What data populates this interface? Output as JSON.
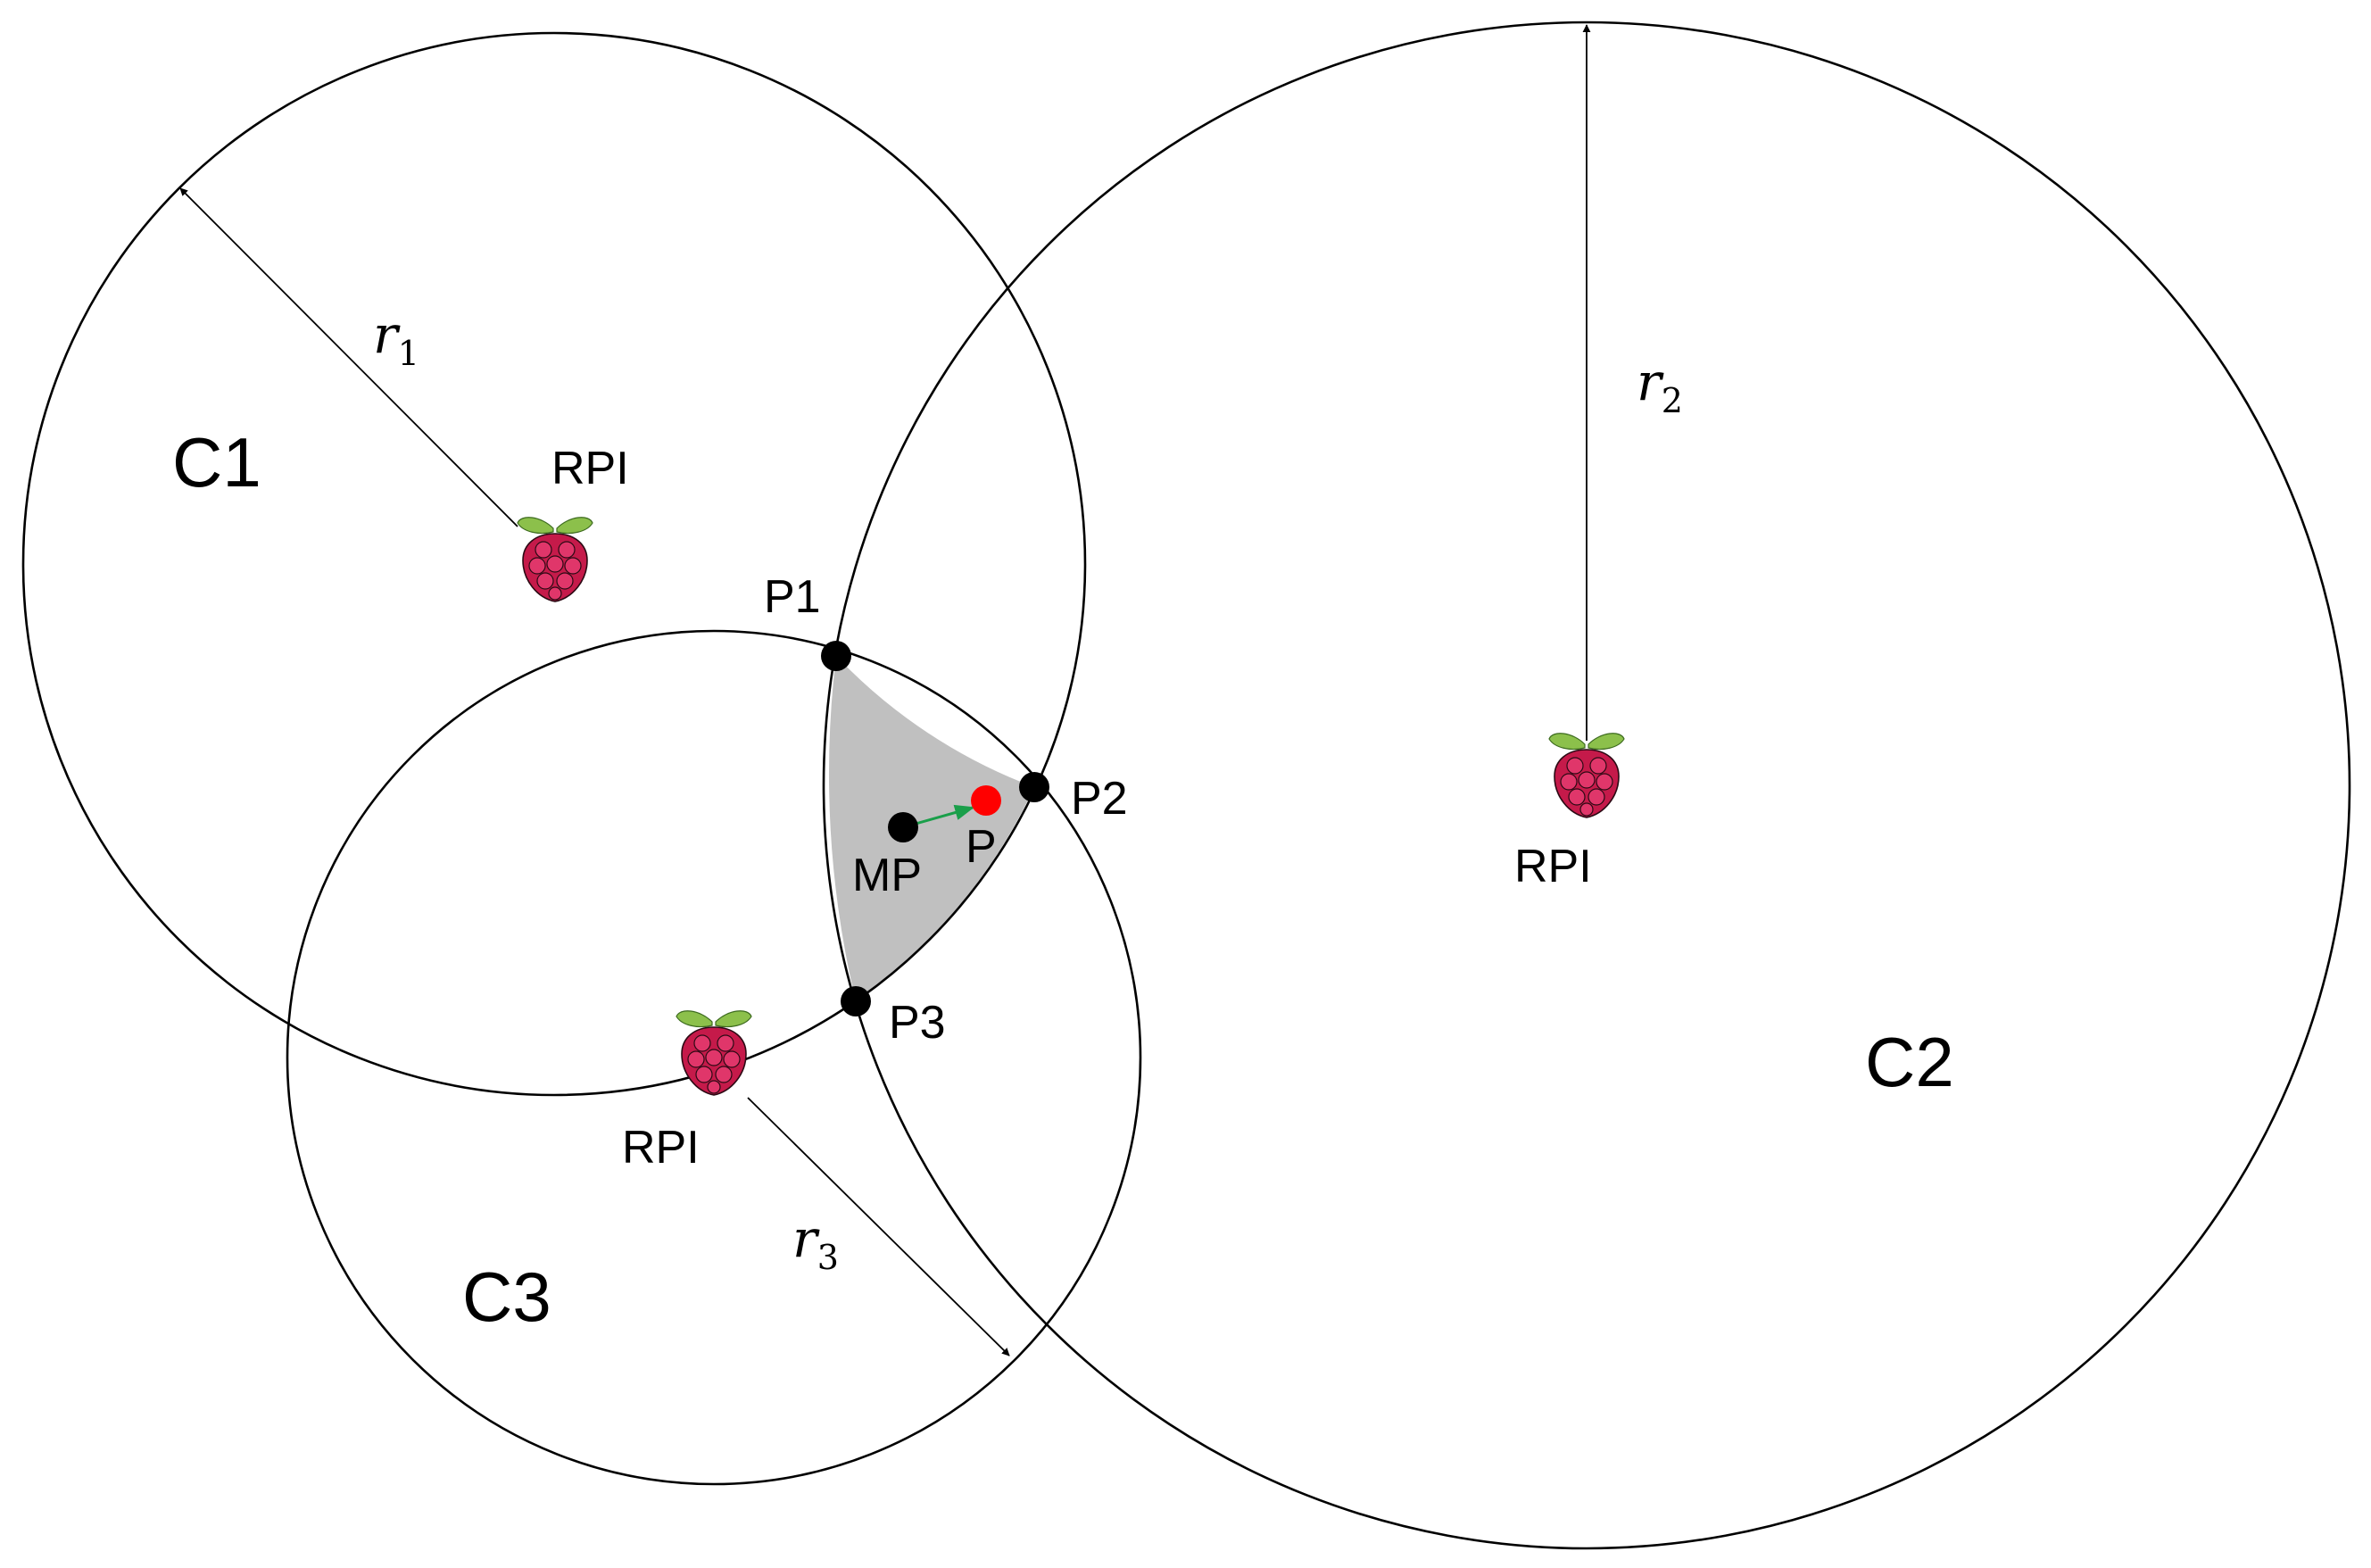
{
  "circles": [
    {
      "id": "C1",
      "label": "C1"
    },
    {
      "id": "C2",
      "label": "C2"
    },
    {
      "id": "C3",
      "label": "C3"
    }
  ],
  "radii": [
    {
      "symbol": "r",
      "sub": "1"
    },
    {
      "symbol": "r",
      "sub": "2"
    },
    {
      "symbol": "r",
      "sub": "3"
    }
  ],
  "nodes": [
    {
      "label": "RPI"
    },
    {
      "label": "RPI"
    },
    {
      "label": "RPI"
    }
  ],
  "points": {
    "p1": "P1",
    "p2": "P2",
    "p3": "P3",
    "mp": "MP",
    "p": "P"
  },
  "colors": {
    "intersection_fill": "#c0c0c0",
    "estimate_point": "#ff0000",
    "correction_arrow": "#1a9f4a",
    "raspberry": "#c51a4a",
    "leaf": "#8cc04b"
  },
  "icons": [
    "raspberry-pi-icon"
  ]
}
